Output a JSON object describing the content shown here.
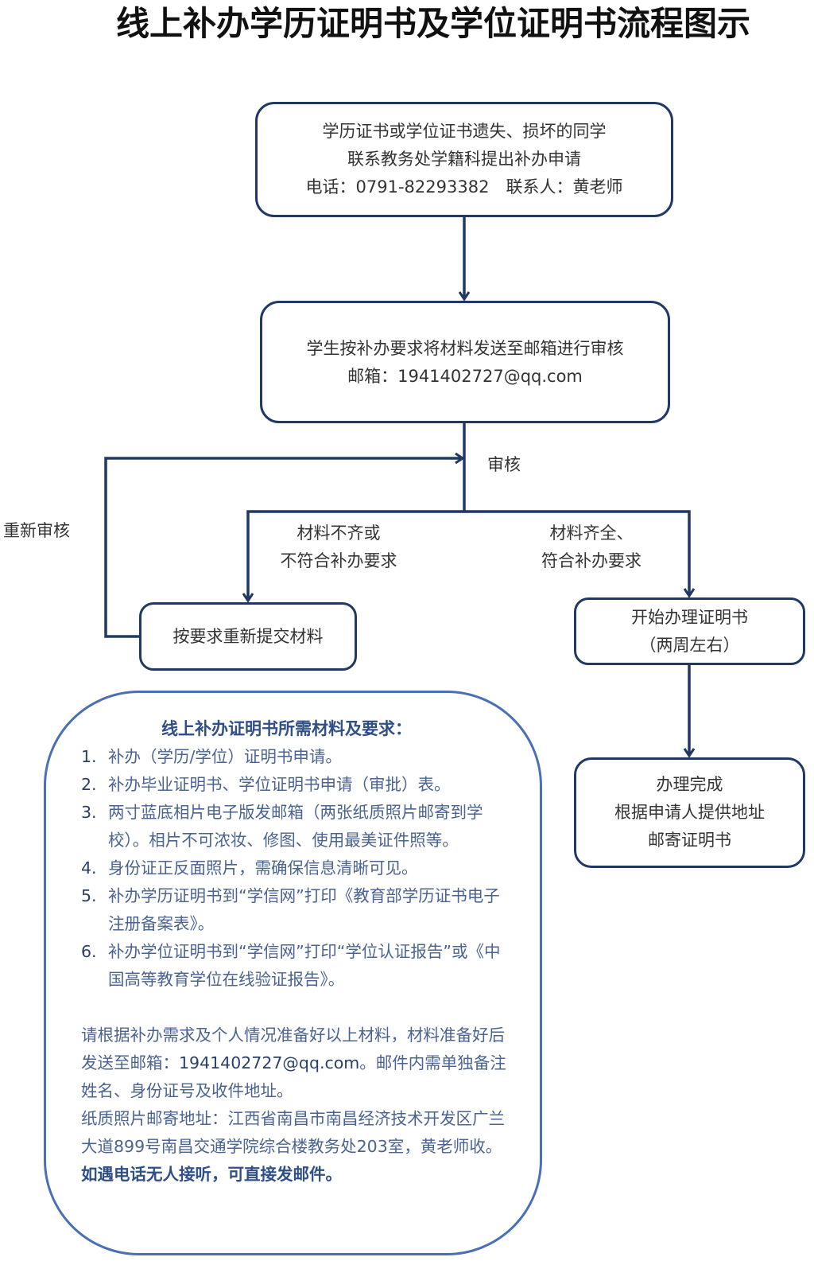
{
  "title": "线上补办学历证明书及学位证明书流程图示",
  "colors": {
    "line": "#1f3864",
    "requirements_border": "#4a6fb5",
    "requirements_text": "#4a6391",
    "requirements_heading": "#2f4f86"
  },
  "flow": {
    "apply": {
      "line1": "学历证书或学位证书遗失、损坏的同学",
      "line2": "联系教务处学籍科提出补办申请",
      "line3": "电话：0791-82293382　联系人：黄老师"
    },
    "submit": {
      "line1": "学生按补办要求将材料发送至邮箱进行审核",
      "line2": "邮箱：1941402727@qq.com"
    },
    "review_label": "审核",
    "rereview_label": "重新审核",
    "incomplete_label": {
      "line1": "材料不齐或",
      "line2": "不符合补办要求"
    },
    "complete_label": {
      "line1": "材料齐全、",
      "line2": "符合补办要求"
    },
    "resubmit": {
      "line1": "按要求重新提交材料"
    },
    "process": {
      "line1": "开始办理证明书",
      "line2": "（两周左右）"
    },
    "done": {
      "line1": "办理完成",
      "line2": "根据申请人提供地址",
      "line3": "邮寄证明书"
    }
  },
  "requirements": {
    "heading": "线上补办证明书所需材料及要求：",
    "items": [
      {
        "num": "1.",
        "text": "补办（学历/学位）证明书申请。"
      },
      {
        "num": "2.",
        "text": "补办毕业证明书、学位证明书申请（审批）表。"
      },
      {
        "num": "3.",
        "text": "两寸蓝底相片电子版发邮箱（两张纸质照片邮寄到学校）。相片不可浓妆、修图、使用最美证件照等。"
      },
      {
        "num": "4.",
        "text": "身份证正反面照片，需确保信息清晰可见。"
      },
      {
        "num": "5.",
        "text": "补办学历证明书到“学信网”打印《教育部学历证书电子注册备案表》。"
      },
      {
        "num": "6.",
        "text": "补办学位证明书到“学信网”打印“学位认证报告”或《中国高等教育学位在线验证报告》。"
      }
    ],
    "note_part1": "请根据补办需求及个人情况准备好以上材料，材料准备好后发送至邮箱：",
    "note_email": "1941402727@qq.com",
    "note_part2": "。邮件内需单独备注姓名、身份证号及收件地址。",
    "address_part1": "纸质照片邮寄地址：江西省南昌市南昌经济技术开发区广兰大道899号南昌交通学院综合楼教务处203室，黄老师收。",
    "address_strong": "如遇电话无人接听，可直接发邮件。"
  }
}
